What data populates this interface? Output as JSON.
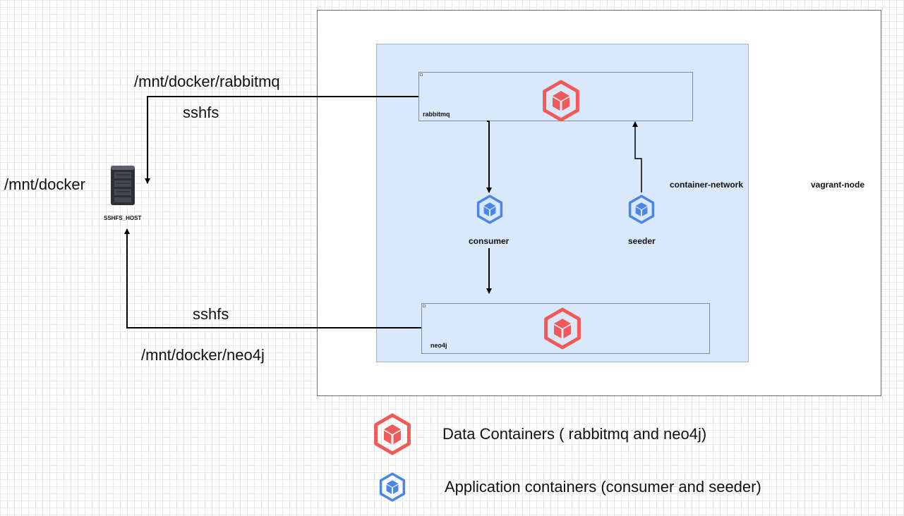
{
  "labels": {
    "vagrant_node": "vagrant-node",
    "container_network": "container-network",
    "rabbitmq": "rabbitmq",
    "neo4j": "neo4j",
    "consumer": "consumer",
    "seeder": "seeder",
    "sshfs_host": "SSHFS_HOST",
    "mnt_docker": "/mnt/docker",
    "mnt_rabbitmq": "/mnt/docker/rabbitmq",
    "mnt_neo4j": "/mnt/docker/neo4j",
    "sshfs_top": "sshfs",
    "sshfs_bottom": "sshfs"
  },
  "legend": {
    "data_containers": "Data Containers ( rabbitmq and neo4j)",
    "app_containers": "Application containers (consumer and seeder)"
  },
  "colors": {
    "data_container": "#f25a5a",
    "app_container": "#4a86e8",
    "network_fill": "#dae8fc"
  },
  "icons": {
    "data_container": "container-hexagon-red",
    "app_container": "container-hexagon-blue",
    "server": "server-rack"
  }
}
